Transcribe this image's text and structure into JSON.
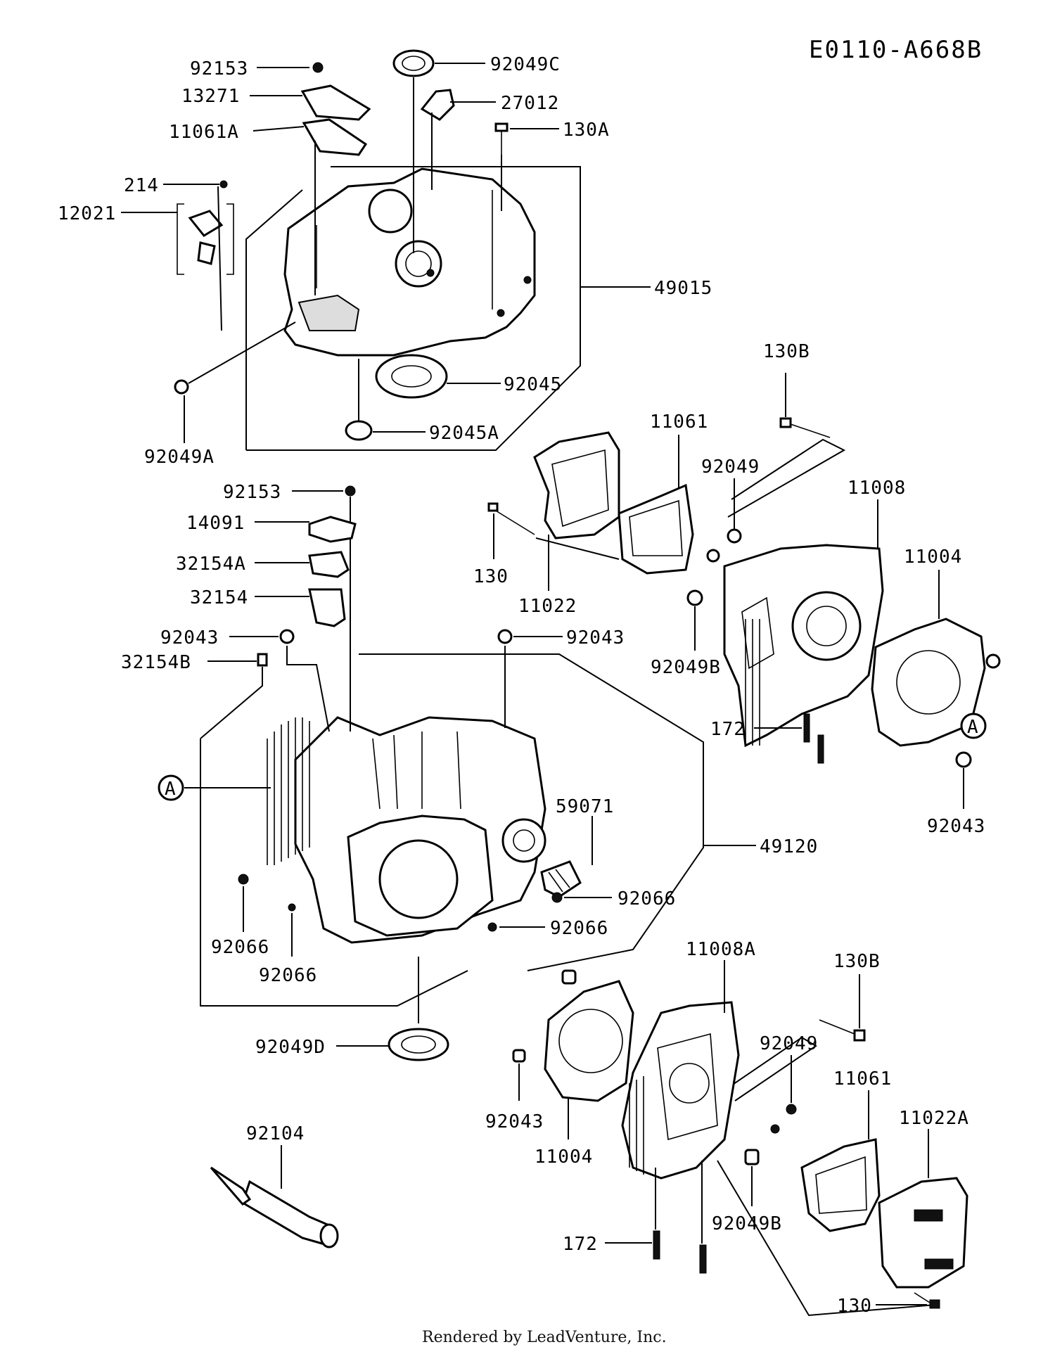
{
  "diagram_code": "E0110-A668B",
  "footer": "Rendered by LeadVenture, Inc.",
  "callouts": {
    "c92153_top": "92153",
    "c13271": "13271",
    "c11061A": "11061A",
    "c214": "214",
    "c12021": "12021",
    "c92049C": "92049C",
    "c27012": "27012",
    "c130A": "130A",
    "c49015": "49015",
    "c92045": "92045",
    "c92045A": "92045A",
    "c92049A": "92049A",
    "c92153_mid": "92153",
    "c14091": "14091",
    "c32154A": "32154A",
    "c32154": "32154",
    "c92043_left": "92043",
    "c32154B": "32154B",
    "c92043_mid": "92043",
    "c130_upper": "130",
    "c11022": "11022",
    "c11061_upper": "11061",
    "c92049_upper": "92049",
    "c130B_upper": "130B",
    "c11008": "11008",
    "c11004_upper": "11004",
    "c92049B_upper": "92049B",
    "c172_upper": "172",
    "c92043_right": "92043",
    "cA_left": "A",
    "cA_right": "A",
    "c59071": "59071",
    "c49120": "49120",
    "c92066_a": "92066",
    "c92066_b": "92066",
    "c92066_c": "92066",
    "c92066_d": "92066",
    "c92049D": "92049D",
    "c92104": "92104",
    "c11008A": "11008A",
    "c130B_lower": "130B",
    "c92049_lower": "92049",
    "c92043_lower": "92043",
    "c11004_lower": "11004",
    "c11061_lower": "11061",
    "c11022A": "11022A",
    "c172_lower": "172",
    "c92049B_lower": "92049B",
    "c130_lower": "130"
  }
}
